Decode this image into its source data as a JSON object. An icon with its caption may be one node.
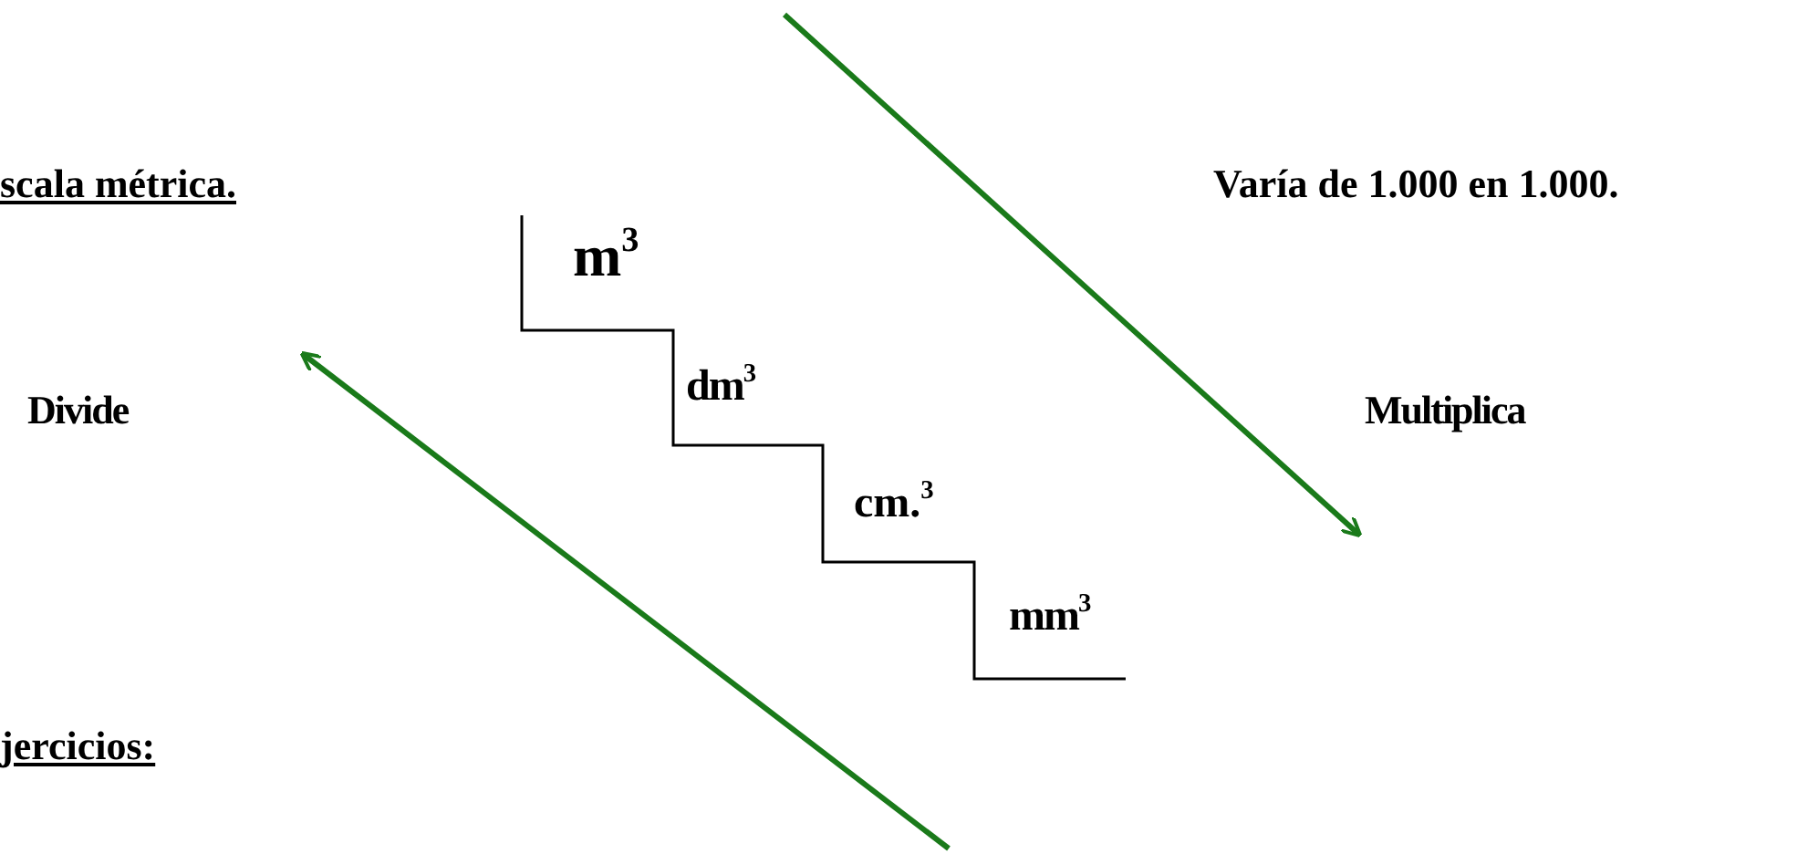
{
  "diagram": {
    "labels": [
      "scala métrica.",
      "Varía de 1.000 en 1.000.",
      "m$^{3}$",
      "Divide",
      "dm$^{3}$",
      "Multiplica",
      "cm.$^{3}$",
      "mm$^{3}$",
      "jercicios:"
    ]
  }
}
